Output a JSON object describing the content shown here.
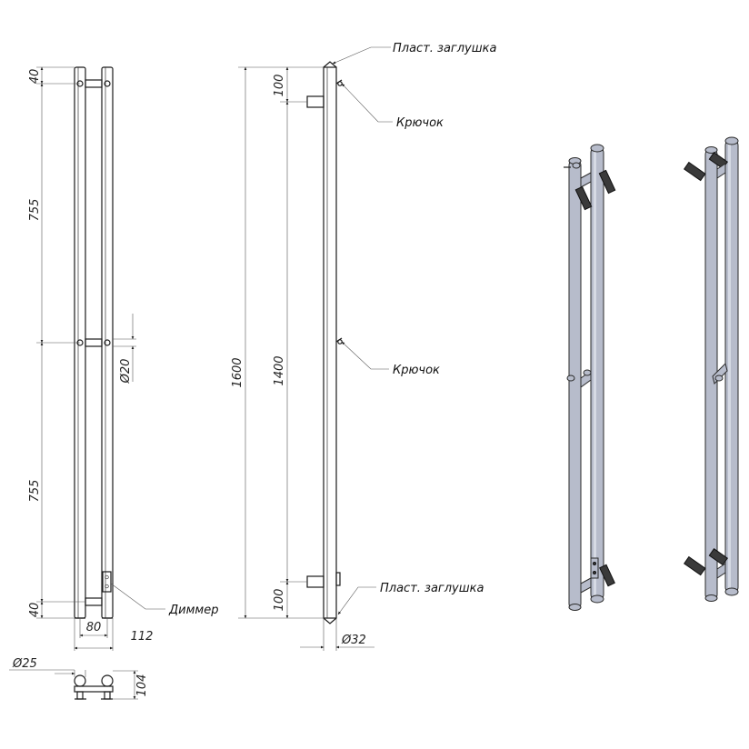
{
  "front_view": {
    "dim_top": "40",
    "dim_upper": "755",
    "dim_lower": "755",
    "dim_bottom": "40",
    "dim_diameter": "Ø20",
    "dim_width_inner": "80",
    "dim_width_outer": "112",
    "label_dimmer": "Диммер"
  },
  "side_view": {
    "dim_total": "1600",
    "dim_mid": "1400",
    "dim_top": "100",
    "dim_bottom": "100",
    "dim_diameter": "Ø32",
    "label_cap_top": "Пласт. заглушка",
    "label_hook_top": "Крючок",
    "label_hook_mid": "Крючок",
    "label_cap_bottom": "Пласт. заглушка"
  },
  "top_view": {
    "dim_diameter": "Ø25",
    "dim_depth": "104"
  }
}
